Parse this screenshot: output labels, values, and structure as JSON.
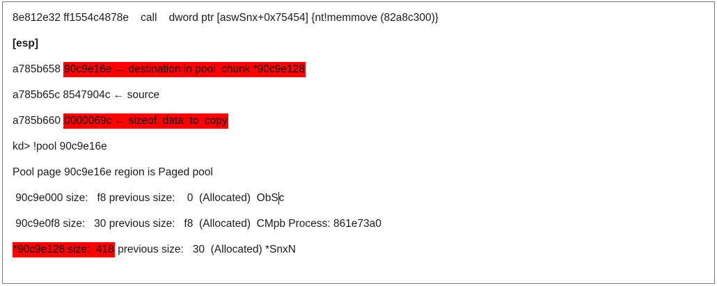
{
  "colors": {
    "highlight": "#ff0000",
    "text": "#1a1a1a",
    "border": "#7a7a7a",
    "background": "#ffffff"
  },
  "document": {
    "lines": [
      {
        "name": "call-instruction-line",
        "bold": false,
        "segments": [
          {
            "text": "8e812e32 ff1554c4878e    call    dword ptr [aswSnx+0x75454] {nt!memmove (82a8c300)}",
            "highlight": false
          }
        ]
      },
      {
        "name": "esp-label-line",
        "bold": true,
        "segments": [
          {
            "text": "[esp]",
            "highlight": false
          }
        ]
      },
      {
        "name": "destination-line",
        "bold": false,
        "segments": [
          {
            "text": "a785b658 ",
            "highlight": false
          },
          {
            "text": "90c9e16e ← destination in pool  chunk *90c9e128",
            "highlight": true
          }
        ]
      },
      {
        "name": "source-line",
        "bold": false,
        "segments": [
          {
            "text": "a785b65c 8547904c ← source",
            "highlight": false
          }
        ]
      },
      {
        "name": "sizeof-line",
        "bold": false,
        "segments": [
          {
            "text": "a785b660 ",
            "highlight": false
          },
          {
            "text": "0000069c ← sizeof  data  to  copy",
            "highlight": true
          }
        ]
      },
      {
        "name": "kd-pool-command-line",
        "bold": false,
        "segments": [
          {
            "text": "kd> !pool 90c9e16e",
            "highlight": false
          }
        ]
      },
      {
        "name": "pool-page-region-line",
        "bold": false,
        "segments": [
          {
            "text": "Pool page 90c9e16e region is Paged pool",
            "highlight": false
          }
        ]
      },
      {
        "name": "pool-entry-line-1",
        "bold": false,
        "segments": [
          {
            "text": " 90c9e000 size:   f8 previous size:    0  (Allocated)  ObS",
            "highlight": false
          },
          {
            "caret": true
          },
          {
            "text": "c",
            "highlight": false
          }
        ]
      },
      {
        "name": "pool-entry-line-2",
        "bold": false,
        "segments": [
          {
            "text": " 90c9e0f8 size:   30 previous size:   f8  (Allocated)  CMpb Process: 861e73a0",
            "highlight": false
          }
        ]
      },
      {
        "name": "pool-entry-line-3",
        "bold": false,
        "segments": [
          {
            "text": "*90c9e128 size:  418",
            "highlight": true
          },
          {
            "text": " previous size:   30  (Allocated) *SnxN",
            "highlight": false
          }
        ]
      }
    ]
  }
}
